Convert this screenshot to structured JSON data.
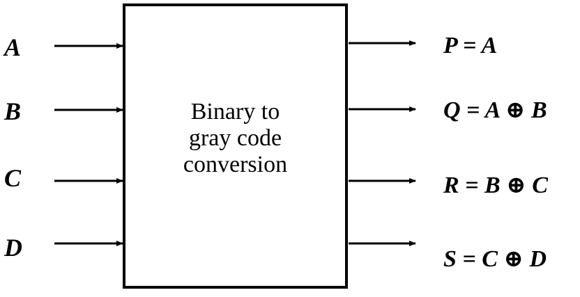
{
  "block": {
    "lines": [
      "Binary to",
      "gray code",
      "conversion"
    ]
  },
  "inputs": [
    {
      "label": "A"
    },
    {
      "label": "B"
    },
    {
      "label": "C"
    },
    {
      "label": "D"
    }
  ],
  "outputs": [
    {
      "label": "P = A"
    },
    {
      "label": "Q = A ⊕ B"
    },
    {
      "label": "R = B ⊕ C"
    },
    {
      "label": "S = C ⊕ D"
    }
  ],
  "colors": {
    "line": "#000000",
    "background": "#ffffff"
  }
}
